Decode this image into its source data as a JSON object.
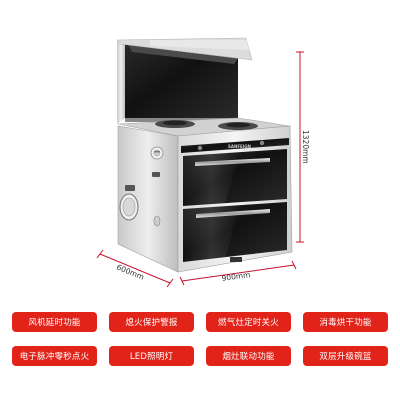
{
  "dimensions": {
    "height_label": "1320mm",
    "width_label": "900mm",
    "depth_label": "600mm"
  },
  "product": {
    "brand_label": "SANFEIGN"
  },
  "colors": {
    "feature_bg": "#e2231a",
    "dimension_line": "#c8102e"
  },
  "features": [
    {
      "label": "风机延时功能"
    },
    {
      "label": "熄火保护警报"
    },
    {
      "label": "燃气灶定时关火"
    },
    {
      "label": "消毒烘干功能"
    },
    {
      "label": "电子脉冲零秒点火"
    },
    {
      "label": "LED照明灯"
    },
    {
      "label": "烟灶联动功能"
    },
    {
      "label": "双层升级碗篮"
    }
  ]
}
